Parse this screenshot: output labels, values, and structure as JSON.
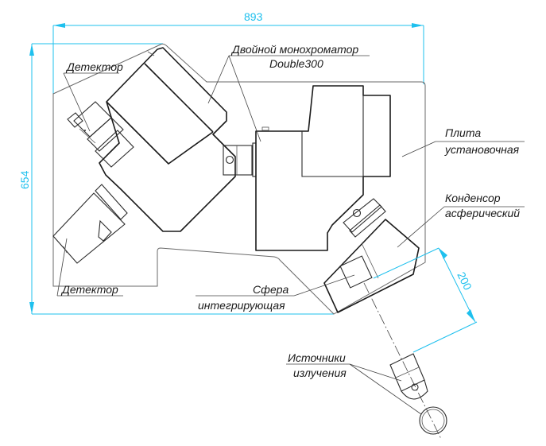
{
  "dimensions": {
    "width": {
      "value": "893",
      "color": "#1ec0ee"
    },
    "height": {
      "value": "654",
      "color": "#1ec0ee"
    },
    "source_distance": {
      "value": "200",
      "color": "#1ec0ee"
    }
  },
  "labels": {
    "detector_top": "Детектор",
    "monochromator_line1": "Двойной монохроматор",
    "monochromator_line2": "Double300",
    "plate_line1": "Плита",
    "plate_line2": "установочная",
    "condenser_line1": "Конденсор",
    "condenser_line2": "асферический",
    "detector_bottom": "Детектор",
    "sphere_line1": "Сфера",
    "sphere_line2": "интегрирующая",
    "sources_line1": "Источники",
    "sources_line2": "излучения"
  },
  "colors": {
    "dimension": "#1ec0ee",
    "outline": "#1a1a1a",
    "background": "#ffffff"
  }
}
